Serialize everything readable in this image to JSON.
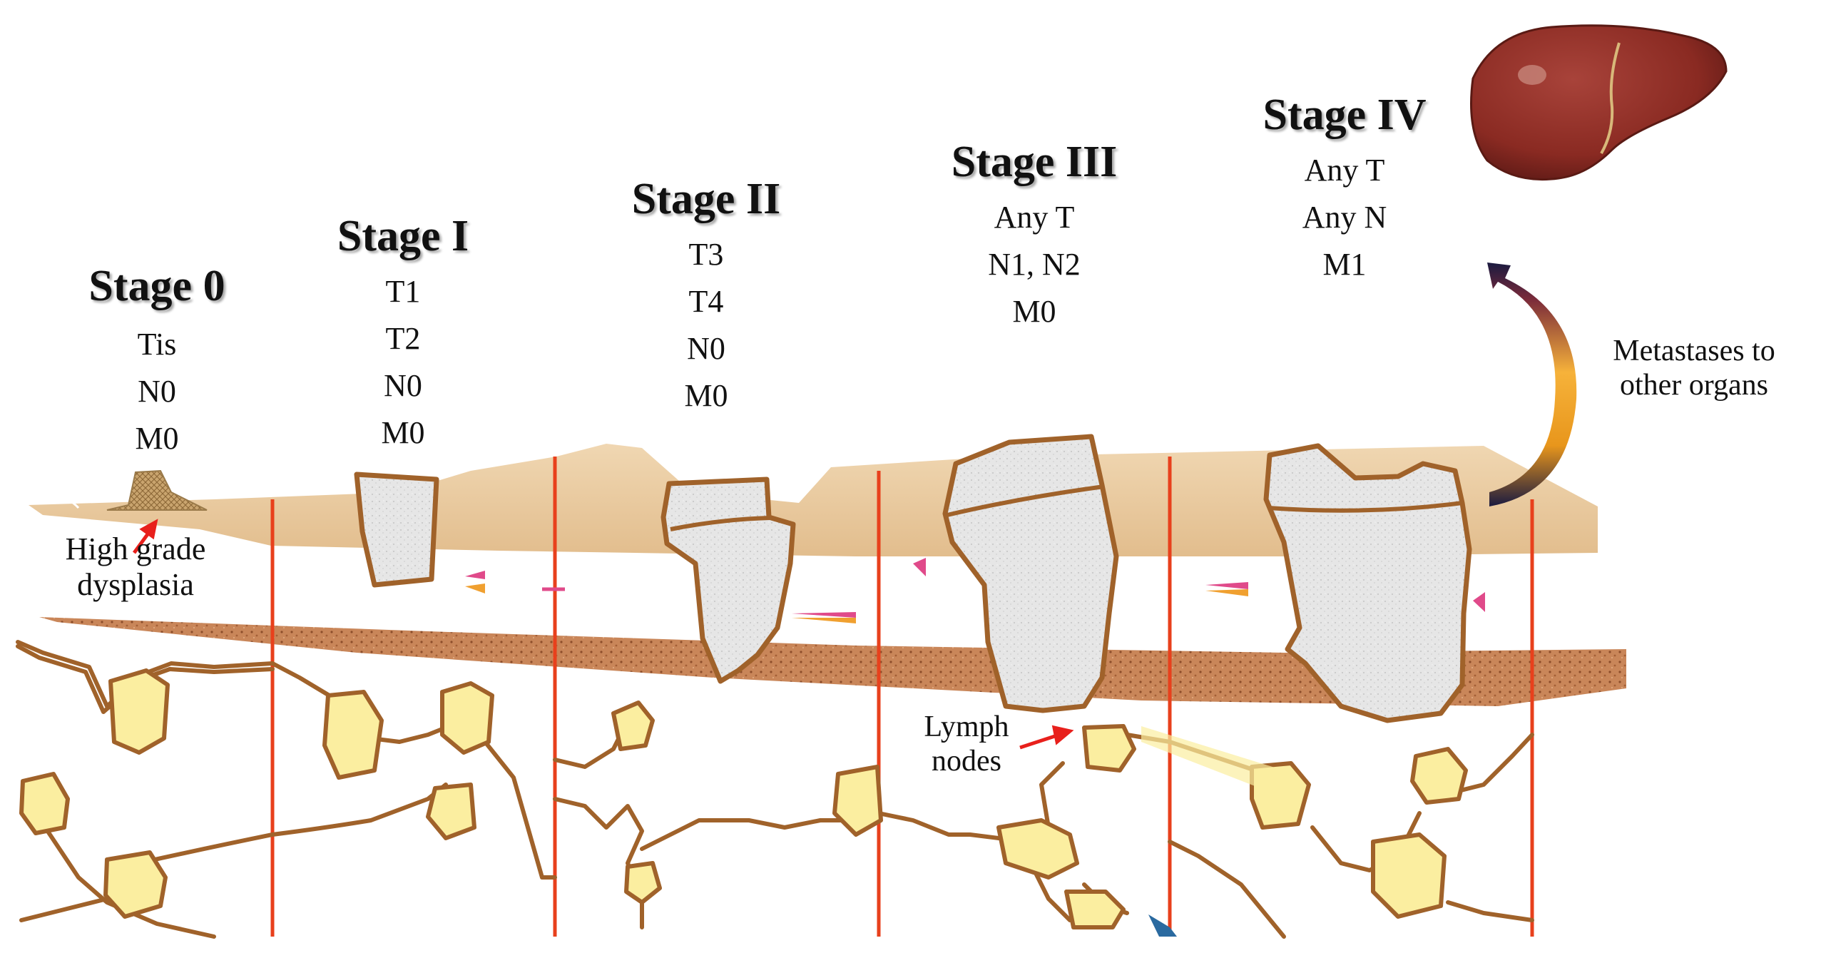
{
  "stages": [
    {
      "title": "Stage 0",
      "tnm": [
        "Tis",
        "N0",
        "M0"
      ]
    },
    {
      "title": "Stage I",
      "tnm": [
        "T1",
        "T2",
        "N0",
        "M0"
      ]
    },
    {
      "title": "Stage II",
      "tnm": [
        "T3",
        "T4",
        "N0",
        "M0"
      ]
    },
    {
      "title": "Stage III",
      "tnm": [
        "Any  T",
        "N1, N2",
        "M0"
      ]
    },
    {
      "title": "Stage IV",
      "tnm": [
        "Any  T",
        "Any  N",
        "M1"
      ]
    }
  ],
  "labels": {
    "dysplasia": [
      "High grade",
      "dysplasia"
    ],
    "lymph_nodes": [
      "Lymph",
      "nodes"
    ],
    "metastases": [
      "Metastases  to",
      "other organs"
    ]
  },
  "colors": {
    "divider": "#e8401c",
    "mucosa": "#e9c9a0",
    "muscularis": "#c9845a",
    "tumor_border": "#a0622a",
    "tumor_fill": "#e4e4e4",
    "lymph_fill": "#fbeea0",
    "liver": "#8e2a24",
    "arrow": "#e8201c"
  },
  "icons": [
    "liver-icon",
    "metastasis-arrow-icon",
    "pointer-arrow-icon"
  ]
}
